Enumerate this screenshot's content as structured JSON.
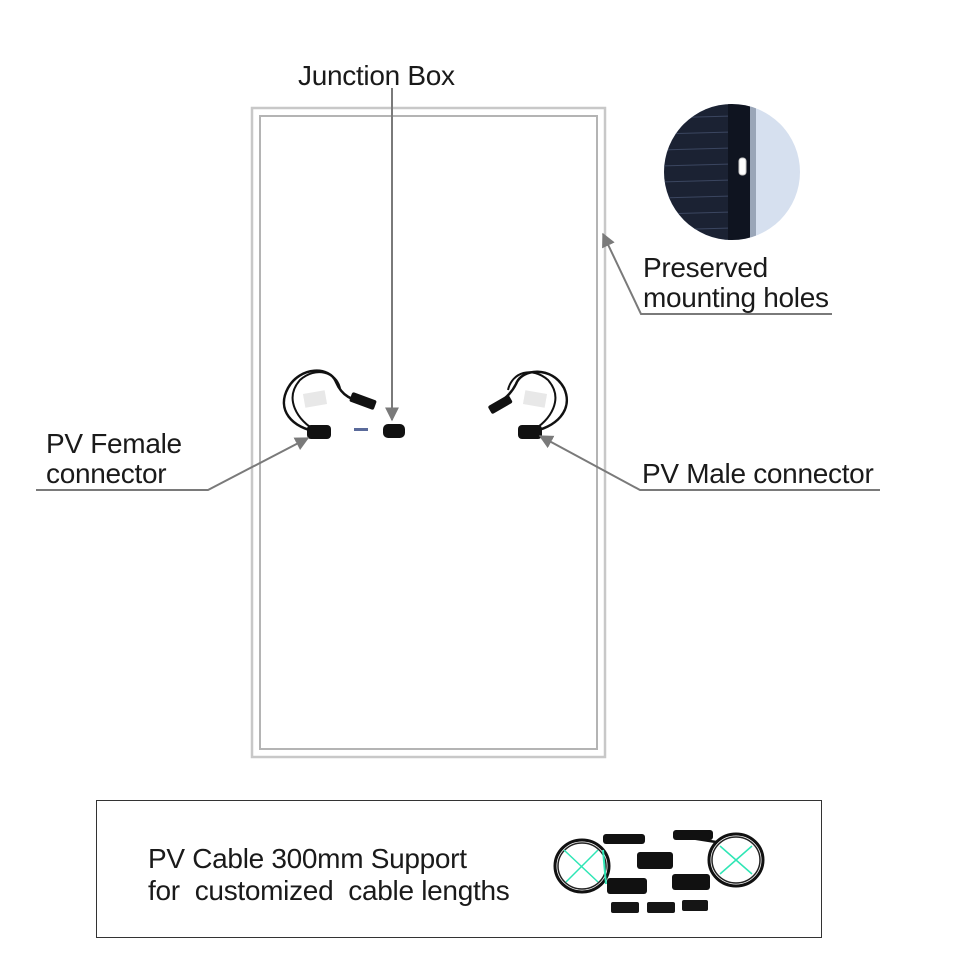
{
  "labels": {
    "junction_box": "Junction Box",
    "mounting_holes_line1": "Preserved",
    "mounting_holes_line2": "mounting holes",
    "female_line1": "PV Female",
    "female_line2": "connector",
    "male": "PV Male connector"
  },
  "caption": {
    "line1": "PV Cable 300mm Support",
    "line2": "for  customized  cable lengths"
  },
  "colors": {
    "panel_frame": "#c8c8c8",
    "panel_inner_frame": "#b4b4b4",
    "leader_line": "#7a7a7a",
    "cell_dark": "#1b2233",
    "connector": "#111111",
    "cable_tie": "#2ee6b5"
  },
  "icons": {
    "detail_inset": "panel-edge-mounting-hole-photo",
    "cables": "pv-cable-connector-illustration"
  }
}
